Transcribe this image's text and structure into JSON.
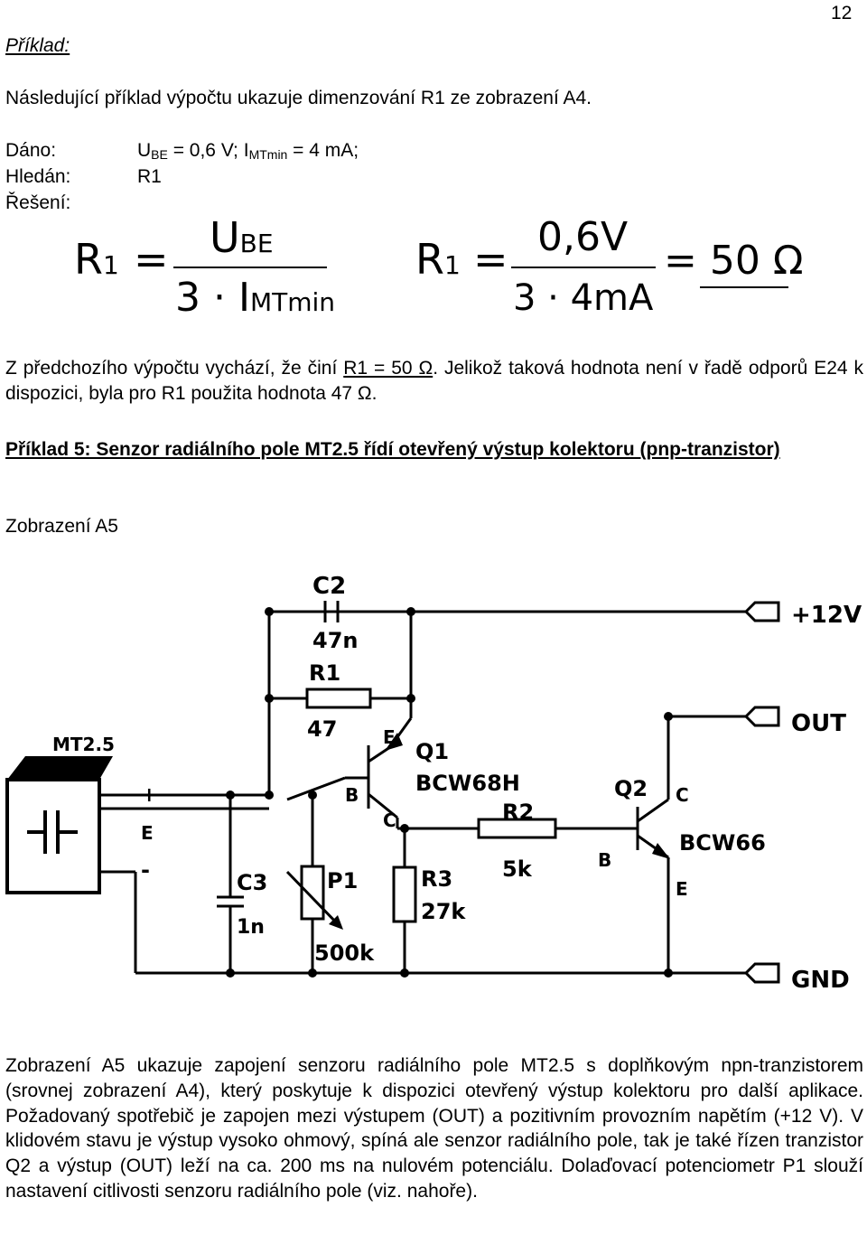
{
  "page_number": "12",
  "example_label": "Příklad:",
  "intro": "Následující příklad výpočtu ukazuje dimenzování R1 ze zobrazení A4.",
  "given": {
    "label": "Dáno:",
    "u": "U",
    "u_sub": "BE",
    "mid": " = 0,6 V; I",
    "i_sub": "MTmin",
    "end": " = 4 mA;"
  },
  "find": {
    "label": "Hledán:",
    "value": "R1"
  },
  "solution_label": "Řešení:",
  "formula1": {
    "lhs": "R",
    "lhs_sub": "1",
    "eq": "=",
    "num": "U",
    "num_sub": "BE",
    "den": "3 · I",
    "den_sub": "MTmin"
  },
  "formula2": {
    "lhs": "R",
    "lhs_sub": "1",
    "eq": "=",
    "num": "0,6V",
    "den": "3 · 4mA",
    "result": "= 50 Ω"
  },
  "para1": {
    "a": "Z předchozího výpočtu vychází, že činí ",
    "b": "R1 = 50 Ω",
    "c": ". Jelikož taková hodnota není v řadě odporů E24 k dispozici, byla pro R1 použita hodnota 47 Ω."
  },
  "heading": "Příklad 5: Senzor radiálního pole MT2.5 řídí otevřený výstup kolektoru (pnp-tranzistor)",
  "figure_caption": "Zobrazení A5",
  "schematic": {
    "c2_name": "C2",
    "c2_value": "47n",
    "r1_name": "R1",
    "r1_value": "47",
    "q1_name": "Q1",
    "q1_type": "BCW68H",
    "q2_name": "Q2",
    "q2_type": "BCW66",
    "r2_name": "R2",
    "r2_value": "5k",
    "r3_name": "R3",
    "r3_value": "27k",
    "p1_name": "P1",
    "p1_value": "500k",
    "c3_name": "C3",
    "c3_value": "1n",
    "sensor": "MT2.5",
    "pin_plus": "+",
    "pin_e": "E",
    "pin_minus": "-",
    "q1_e": "E",
    "q1_b": "B",
    "q1_c": "C",
    "q2_c": "C",
    "q2_b": "B",
    "q2_e": "E",
    "out_12v": "+12V",
    "out_out": "OUT",
    "out_gnd": "GND"
  },
  "para2": "Zobrazení A5 ukazuje zapojení senzoru radiálního pole  MT2.5 s doplňkovým npn-tranzistorem (srovnej zobrazení A4), který poskytuje k dispozici otevřený výstup kolektoru pro další aplikace. Požadovaný spotřebič je zapojen mezi výstupem (OUT) a pozitivním provozním napětím (+12 V). V klidovém stavu je výstup vysoko ohmový, spíná ale senzor radiálního pole, tak je také řízen tranzistor Q2 a výstup (OUT) leží na ca. 200 ms na nulovém potenciálu. Dolaďovací potenciometr P1 slouží nastavení citlivosti senzoru radiálního pole (viz. nahoře)."
}
